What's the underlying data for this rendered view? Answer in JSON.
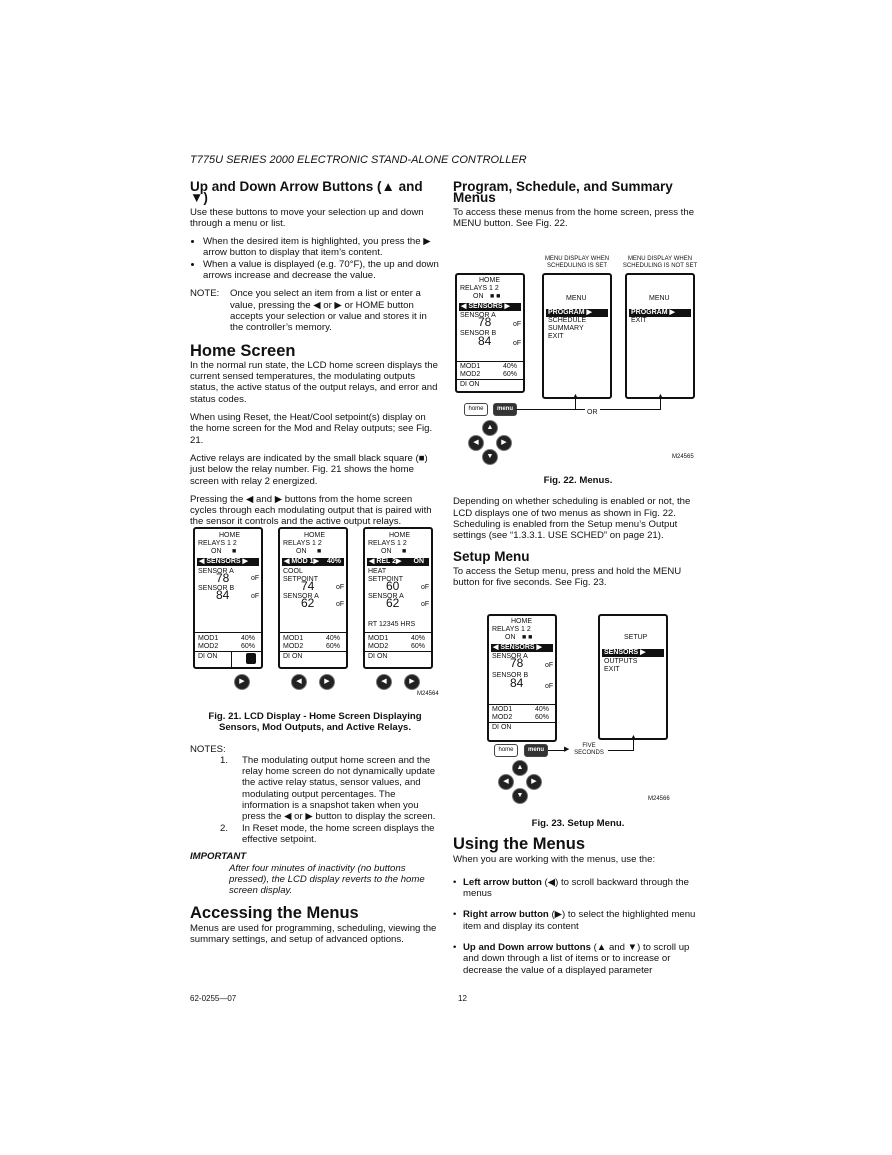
{
  "header": "T775U SERIES 2000 ELECTRONIC STAND-ALONE CONTROLLER",
  "left": {
    "arrow_heading": "Up and Down Arrow Buttons (▲ and ▼)",
    "arrow_intro": "Use these buttons to move your selection up and down through a menu or list.",
    "arrow_bullets": [
      "When the desired item is highlighted, you press the ▶ arrow button to display that item’s content.",
      "When a value is displayed (e.g. 70°F), the up and down arrows increase and decrease the value."
    ],
    "note_label": "NOTE:",
    "note_text": "Once you select an item from a list or enter a value, pressing the ◀ or ▶ or HOME button accepts your selection or value and stores it in the controller’s memory.",
    "home_heading": "Home Screen",
    "home_p1": "In the normal run state, the LCD home screen displays the current sensed temperatures, the modulating outputs status, the active status of the output relays, and error and status codes.",
    "home_p2": "When using Reset, the Heat/Cool setpoint(s) display on the home screen for the Mod and Relay outputs; see Fig. 21.",
    "home_p3": "Active relays are indicated by the small black square (■) just below the relay number. Fig. 21 shows the home screen with relay 2 energized.",
    "home_p4": "Pressing the ◀ and ▶ buttons from the home screen cycles through each modulating output that is paired with the sensor it controls and the active output relays.",
    "fig21_caption": "Fig. 21. LCD Display - Home Screen Displaying Sensors, Mod Outputs, and Active Relays.",
    "notes_label": "NOTES:",
    "notes": [
      {
        "n": "1.",
        "t": "The modulating output home screen and the relay home screen do not dynamically update the active relay status, sensor values, and modulating output percentages. The information is a snapshot taken when you press the ◀ or ▶ button to display the screen."
      },
      {
        "n": "2.",
        "t": "In Reset mode, the home screen displays the effective setpoint."
      }
    ],
    "important_label": "IMPORTANT",
    "important_text": "After four minutes of inactivity (no buttons pressed), the LCD display reverts to the home screen display.",
    "access_heading": "Accessing the Menus",
    "access_p": "Menus are used for programming, scheduling, viewing the summary settings, and setup of advanced options."
  },
  "right": {
    "prog_heading": "Program, Schedule, and Summary Menus",
    "prog_p": "To access these menus from the home screen, press the MENU button. See Fig. 22.",
    "fig22_caption": "Fig. 22.  Menus.",
    "prog_p2": "Depending on whether scheduling is enabled or not, the LCD displays one of two menus as shown in Fig. 22. Scheduling is enabled from the Setup menu’s Output settings (see “1.3.3.1. USE SCHED” on page 21).",
    "setup_heading": "Setup Menu",
    "setup_p": "To access the Setup menu, press and hold the MENU button for five seconds. See Fig. 23.",
    "fig23_caption": "Fig. 23. Setup Menu.",
    "using_heading": "Using the Menus",
    "using_p": "When you are working with the menus, use the:",
    "using_bullets": [
      {
        "b": "Left arrow button",
        "t": " (◀) to scroll backward through the menus"
      },
      {
        "b": "Right arrow button",
        "t": " (▶) to select the highlighted menu item and display its content"
      },
      {
        "b": "Up and Down arrow buttons",
        "t": " (▲ and ▼) to scroll up and down through a list of items or to increase or decrease the value of a displayed parameter"
      }
    ]
  },
  "lcd": {
    "home": "HOME",
    "relays": "RELAYS  1  2",
    "on": "ON",
    "sensors": "◀ SENSORS ▶",
    "sensor_a": "SENSOR A",
    "sensor_b": "SENSOR B",
    "v78": "78",
    "v84": "84",
    "of": "oF",
    "mod1": "MOD1",
    "mod2": "MOD2",
    "p40": "40%",
    "p60": "60%",
    "di_on": "DI ON",
    "mod1_hl": "◀ MOD 1▶",
    "cool": "COOL",
    "setpoint": "SETPOINT",
    "v74": "74",
    "v62": "62",
    "rel2_hl": "◀ REL 2▶",
    "on_hl": "ON",
    "heat": "HEAT",
    "v60": "60",
    "rt": "RT 12345 HRS",
    "menu": "MENU",
    "program": "PROGRAM ▶",
    "schedule": "SCHEDULE",
    "summary": "SUMMARY",
    "exit": "EXIT",
    "setup": "SETUP",
    "sensors_menu": "SENSORS ▶",
    "outputs": "OUTPUTS",
    "menu_set": "MENU DISPLAY WHEN SCHEDULING IS SET",
    "menu_not_set": "MENU DISPLAY WHEN SCHEDULING IS NOT SET",
    "or": "OR",
    "five_seconds": "FIVE SECONDS",
    "home_btn": "home",
    "menu_btn": "menu",
    "code21": "M24564",
    "code22": "M24565",
    "code23": "M24566"
  },
  "footer": {
    "doc": "62-0255—07",
    "page": "12"
  }
}
